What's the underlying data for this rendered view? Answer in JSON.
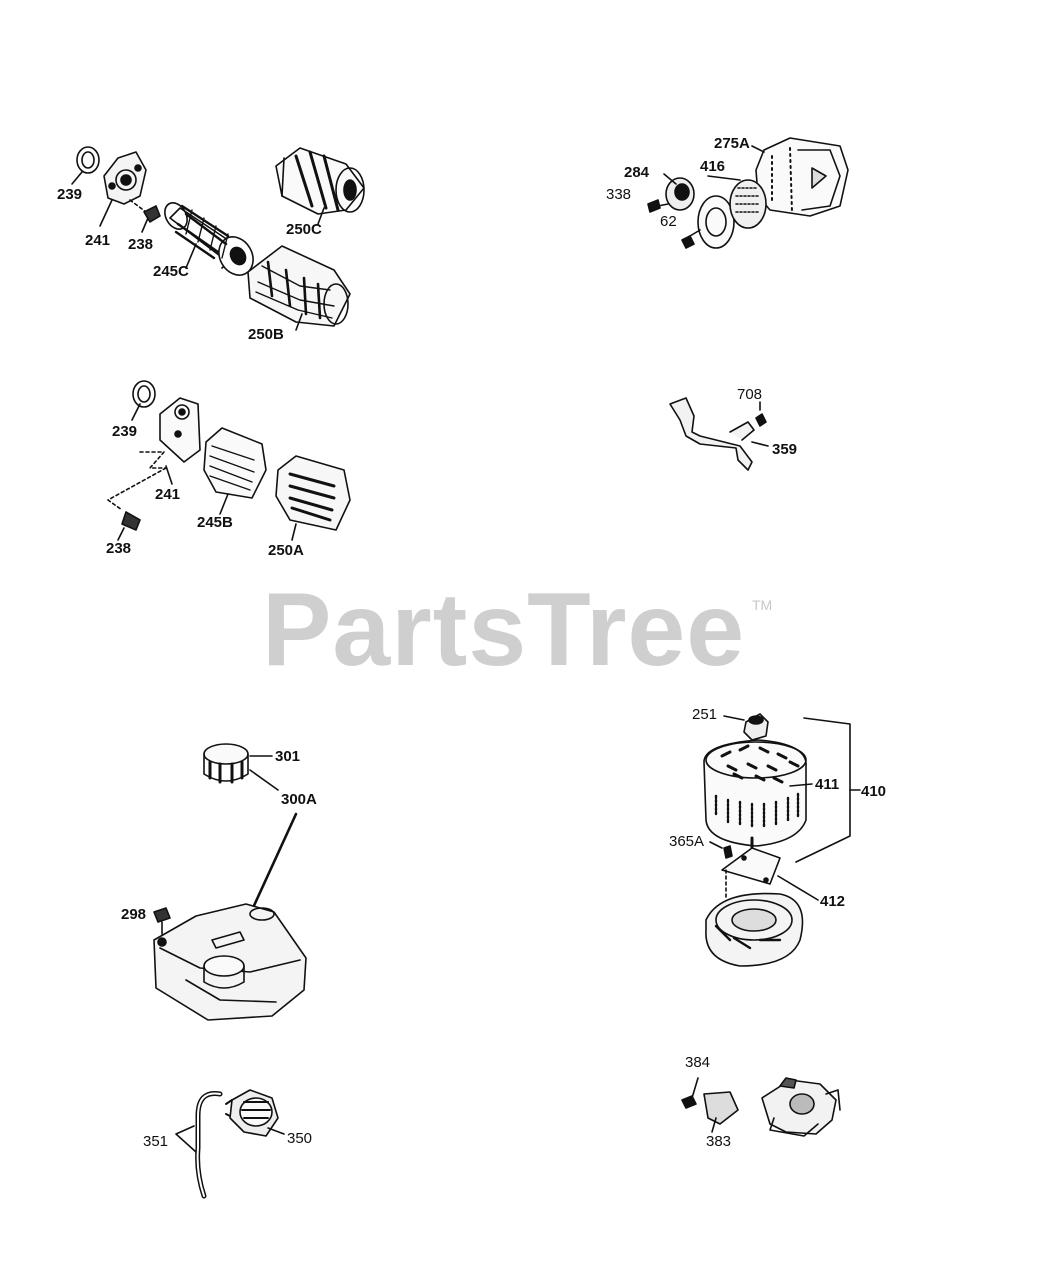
{
  "watermark": {
    "text": "PartsTree",
    "trademark": "TM"
  },
  "labels": {
    "l239a": "239",
    "l241a": "241",
    "l238a": "238",
    "l245c": "245C",
    "l250c": "250C",
    "l250b": "250B",
    "l239b": "239",
    "l241b": "241",
    "l238b": "238",
    "l245b": "245B",
    "l250a": "250A",
    "l275a": "275A",
    "l284": "284",
    "l416": "416",
    "l338": "338",
    "l62": "62",
    "l708": "708",
    "l359": "359",
    "l251": "251",
    "l411": "411",
    "l410": "410",
    "l365a": "365A",
    "l412": "412",
    "l301": "301",
    "l300a": "300A",
    "l298": "298",
    "l351": "351",
    "l350": "350",
    "l384": "384",
    "l383": "383"
  },
  "colors": {
    "ink": "#111111",
    "watermark": "#cfcfcf"
  }
}
